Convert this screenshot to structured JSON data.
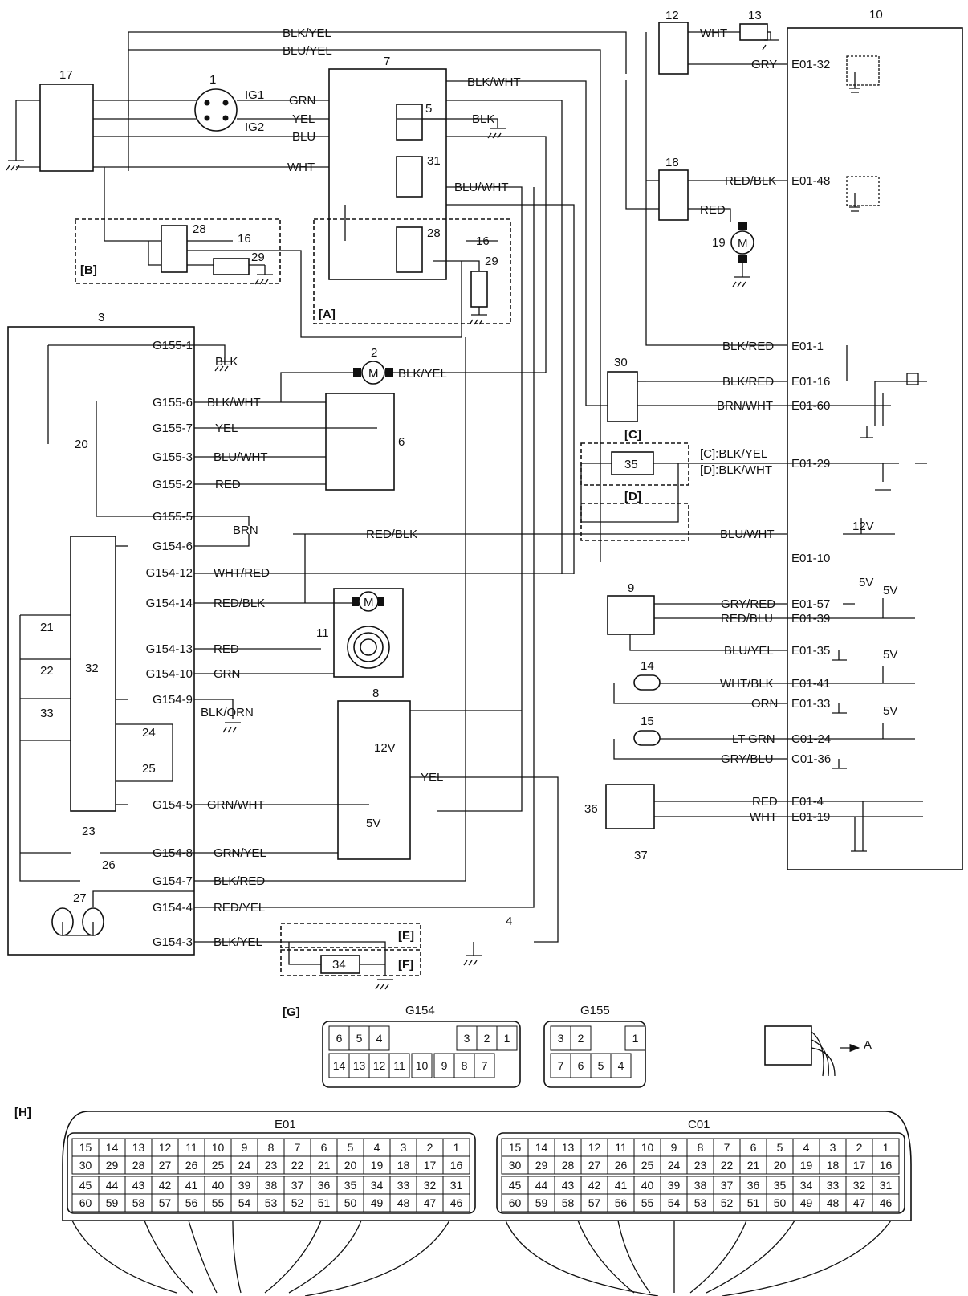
{
  "components": {
    "n1": "1",
    "n2": "2",
    "n3": "3",
    "n4": "4",
    "n5": "5",
    "n6": "6",
    "n7": "7",
    "n8": "8",
    "n9": "9",
    "n10": "10",
    "n11": "11",
    "n12": "12",
    "n13": "13",
    "n14": "14",
    "n15": "15",
    "n16a": "16",
    "n16b": "16",
    "n17": "17",
    "n18": "18",
    "n19": "19",
    "n20": "20",
    "n21": "21",
    "n22": "22",
    "n23": "23",
    "n24": "24",
    "n25": "25",
    "n26": "26",
    "n27": "27",
    "n28a": "28",
    "n28b": "28",
    "n29a": "29",
    "n29b": "29",
    "n30": "30",
    "n31": "31",
    "n32": "32",
    "n33": "33",
    "n34": "34",
    "n35": "35",
    "n36": "36",
    "n37": "37"
  },
  "markers": {
    "A": "[A]",
    "B": "[B]",
    "C": "[C]",
    "D": "[D]",
    "E": "[E]",
    "F": "[F]",
    "G": "[G]",
    "H": "[H]",
    "C_text": "[C]:BLK/YEL",
    "D_text": "[D]:BLK/WHT",
    "arrow_A": "A"
  },
  "switch_labels": {
    "ig1": "IG1",
    "ig2": "IG2",
    "motor": "M",
    "v12a": "12V",
    "v12b": "12V",
    "v5a": "5V",
    "v5b": "5V",
    "v5c": "5V",
    "v5d": "5V",
    "v5e": "5V"
  },
  "wires": {
    "blk_yel_top": "BLK/YEL",
    "blu_yel_top": "BLU/YEL",
    "grn": "GRN",
    "yel": "YEL",
    "blu": "BLU",
    "wht": "WHT",
    "blk_wht": "BLK/WHT",
    "blk": "BLK",
    "blu_wht": "BLU/WHT",
    "wht13": "WHT",
    "gry": "GRY",
    "red_blk18": "RED/BLK",
    "red19": "RED",
    "blk_red1": "BLK/RED",
    "blk_red16": "BLK/RED",
    "brn_wht": "BRN/WHT",
    "blu_wht10": "BLU/WHT",
    "gry_red": "GRY/RED",
    "red_blu": "RED/BLU",
    "blu_yel35": "BLU/YEL",
    "wht_blk": "WHT/BLK",
    "orn": "ORN",
    "lt_grn": "LT GRN",
    "gry_blu": "GRY/BLU",
    "red4": "RED",
    "wht19": "WHT",
    "g1551": "BLK",
    "g_blk_yel2": "BLK/YEL",
    "g1556": "BLK/WHT",
    "g1557": "YEL",
    "g1553": "BLU/WHT",
    "g1552": "RED",
    "g1555": "BRN",
    "red_blk_mid": "RED/BLK",
    "g15412": "WHT/RED",
    "g15414": "RED/BLK",
    "g15413": "RED",
    "g15410": "GRN",
    "g1549": "BLK/ORN",
    "g1545": "GRN/WHT",
    "g1548": "GRN/YEL",
    "g1547": "BLK/RED",
    "g1544": "RED/YEL",
    "g1543": "BLK/YEL",
    "yel8": "YEL"
  },
  "pins_left": {
    "p1": "G155-1",
    "p6": "G155-6",
    "p7": "G155-7",
    "p3": "G155-3",
    "p2": "G155-2",
    "p5": "G155-5",
    "q6": "G154-6",
    "q12": "G154-12",
    "q14": "G154-14",
    "q13": "G154-13",
    "q10": "G154-10",
    "q9": "G154-9",
    "q5": "G154-5",
    "q8": "G154-8",
    "q7": "G154-7",
    "q4": "G154-4",
    "q3": "G154-3"
  },
  "pins_ecu": {
    "e32": "E01-32",
    "e48": "E01-48",
    "e1": "E01-1",
    "e16": "E01-16",
    "e60": "E01-60",
    "e29": "E01-29",
    "e10": "E01-10",
    "e57": "E01-57",
    "e39": "E01-39",
    "e35": "E01-35",
    "e41": "E01-41",
    "e33": "E01-33",
    "c24": "C01-24",
    "c36": "C01-36",
    "e4": "E01-4",
    "e19": "E01-19"
  },
  "connectors": {
    "g154_title": "G154",
    "g155_title": "G155",
    "e01_title": "E01",
    "c01_title": "C01",
    "g154_row1": [
      "6",
      "5",
      "4",
      "3",
      "2",
      "1"
    ],
    "g154_row2": [
      "14",
      "13",
      "12",
      "11",
      "10",
      "9",
      "8",
      "7"
    ],
    "g155_row1": [
      "3",
      "2",
      "1"
    ],
    "g155_row2": [
      "7",
      "6",
      "5",
      "4"
    ],
    "ecu_r1": [
      "15",
      "14",
      "13",
      "12",
      "11",
      "10",
      "9",
      "8",
      "7",
      "6",
      "5",
      "4",
      "3",
      "2",
      "1"
    ],
    "ecu_r2": [
      "30",
      "29",
      "28",
      "27",
      "26",
      "25",
      "24",
      "23",
      "22",
      "21",
      "20",
      "19",
      "18",
      "17",
      "16"
    ],
    "ecu_r3": [
      "45",
      "44",
      "43",
      "42",
      "41",
      "40",
      "39",
      "38",
      "37",
      "36",
      "35",
      "34",
      "33",
      "32",
      "31"
    ],
    "ecu_r4": [
      "60",
      "59",
      "58",
      "57",
      "56",
      "55",
      "54",
      "53",
      "52",
      "51",
      "50",
      "49",
      "48",
      "47",
      "46"
    ]
  }
}
